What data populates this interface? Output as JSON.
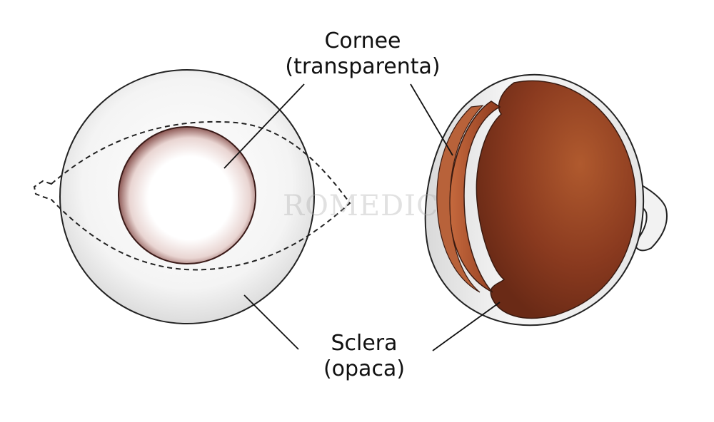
{
  "labels": {
    "cornea_line1": "Cornee",
    "cornea_line2": "(transparenta)",
    "sclera_line1": "Sclera",
    "sclera_line2": "(opaca)"
  },
  "watermark": "ROMEDIC",
  "colors": {
    "sclera_fill": "#f1f1f1",
    "cornea_rim": "#6e2e2a",
    "eye_interior": "#8a3a1f",
    "lens_band": "#a04a2a",
    "outline": "#222222"
  }
}
